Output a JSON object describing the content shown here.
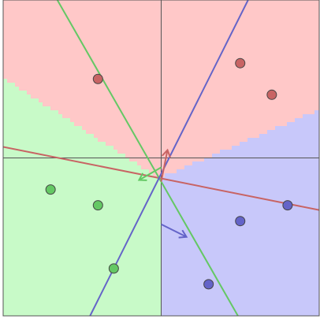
{
  "chart_data": {
    "type": "scatter",
    "title": "",
    "xlabel": "",
    "ylabel": "",
    "xlim": [
      -5,
      5
    ],
    "ylim": [
      -5,
      5
    ],
    "grid": false,
    "axes_through_origin": true,
    "series": [
      {
        "class": "red",
        "color": "#c86464",
        "region_color": "#ffc8c8",
        "points": [
          [
            -2,
            2.5
          ],
          [
            2.5,
            3
          ],
          [
            3.5,
            2
          ]
        ]
      },
      {
        "class": "green",
        "color": "#64c864",
        "region_color": "#c8fac8",
        "points": [
          [
            -3.5,
            -1
          ],
          [
            -2,
            -1.5
          ],
          [
            -1.5,
            -3.5
          ]
        ]
      },
      {
        "class": "blue",
        "color": "#6464c8",
        "region_color": "#c8c8fa",
        "points": [
          [
            4,
            -1.5
          ],
          [
            2.5,
            -2
          ],
          [
            1.5,
            -4
          ]
        ]
      }
    ],
    "decision_lines": [
      {
        "class": "red",
        "color": "#c86464",
        "w": [
          0.2,
          1.0
        ],
        "b": 0.65,
        "weight_arrow_origin": [
          0,
          -0.75
        ]
      },
      {
        "class": "green",
        "color": "#64c864",
        "w": [
          -0.7,
          -0.4
        ],
        "b": -0.3,
        "weight_arrow_origin": [
          0,
          -0.3
        ]
      },
      {
        "class": "blue",
        "color": "#6464c8",
        "w": [
          0.8,
          -0.4
        ],
        "b": -0.2,
        "weight_arrow_origin": [
          0,
          -2.1
        ]
      }
    ]
  }
}
